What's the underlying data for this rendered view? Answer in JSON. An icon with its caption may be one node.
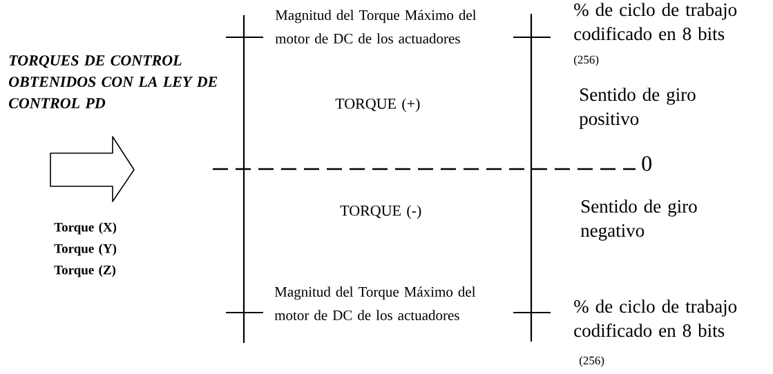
{
  "diagram": {
    "labels": [
      "Magnitud del Torque Máximo del motor de DC de los actuadores",
      "% de ciclo de trabajo codificado en 8 bits",
      "(256)",
      "TORQUES DE CONTROL OBTENIDOS CON LA LEY DE CONTROL PD",
      "TORQUE (+)",
      "Sentido de giro positivo",
      "0",
      "TORQUE (-)",
      "Sentido de giro negativo",
      "Torque (X)",
      "Torque (Y)",
      "Torque (Z)",
      "Magnitud del Torque Máximo del motor de DC de los actuadores",
      "% de ciclo de trabajo codificado en 8 bits",
      "(256)"
    ]
  }
}
